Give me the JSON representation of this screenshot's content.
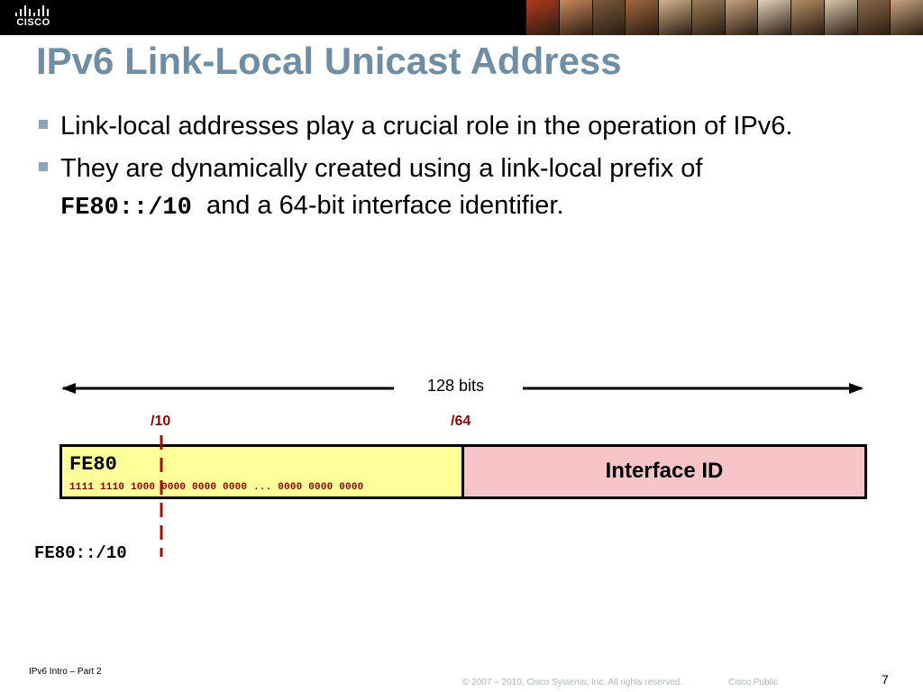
{
  "header": {
    "logo_text": "CISCO",
    "logo_icon": "cisco-bars-icon",
    "photo_colors": [
      "#b23a1e",
      "#c9895a",
      "#7a5a3a",
      "#a0673d",
      "#d2b48c",
      "#9c7b56",
      "#c8a27a",
      "#e3d2b8",
      "#b58e64",
      "#d9c6a8",
      "#8a6a48",
      "#c6a47e"
    ]
  },
  "slide": {
    "title": "IPv6 Link-Local Unicast Address",
    "bullets": [
      {
        "text": "Link-local addresses play a crucial role in the operation of IPv6."
      },
      {
        "text_before": "They are dynamically created using a link-local prefix of",
        "code": "FE80::/10",
        "text_after": "and a 64-bit interface identifier."
      }
    ]
  },
  "diagram": {
    "total_bits_label": "128 bits",
    "prefix_marker": {
      "slash": "/",
      "value": "10"
    },
    "boundary_marker": {
      "slash": "/",
      "value": "64"
    },
    "left_field": {
      "hex": "FE80",
      "binary": "1111 1110 1000 0000 0000 0000 ... 0000 0000 0000"
    },
    "right_field": {
      "label": "Interface ID"
    },
    "prefix_note": "FE80::/10",
    "colors": {
      "left_fill": "#ffff99",
      "right_fill": "#f7c4c8",
      "marker": "#8a0000",
      "title": "#6f8ea4",
      "bullet": "#88a5bb"
    }
  },
  "footer": {
    "course": "IPv6 Intro – Part 2",
    "copyright": "© 2007 – 2010, Cisco Systems, Inc. All rights reserved.",
    "classification": "Cisco Public",
    "page_number": "7"
  }
}
